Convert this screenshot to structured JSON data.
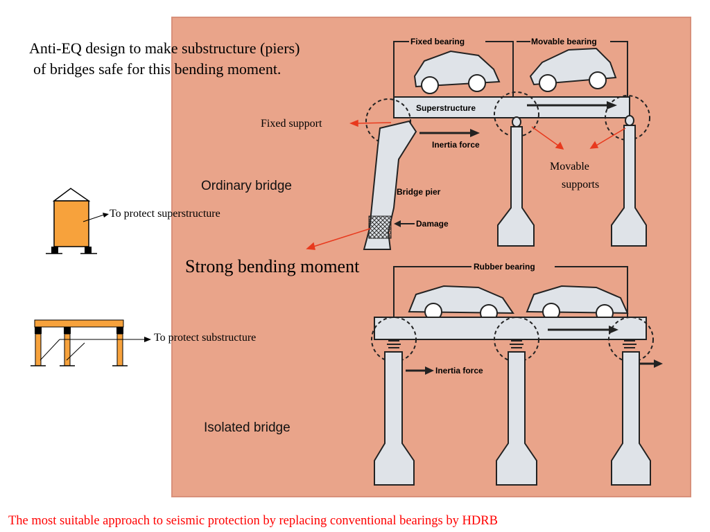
{
  "headline": {
    "line1": "Anti-EQ design to make substructure (piers)",
    "line2": "of bridges safe for this bending moment."
  },
  "annotations": {
    "fixed_support": "Fixed support",
    "movable_supports_1": "Movable",
    "movable_supports_2": "supports",
    "strong_bending_moment": "Strong bending moment",
    "protect_superstructure": "To protect superstructure",
    "protect_substructure": "To protect substructure"
  },
  "scan_labels": {
    "fixed_bearing": "Fixed bearing",
    "movable_bearing": "Movable bearing",
    "superstructure": "Superstructure",
    "inertia_force_top": "Inertia force",
    "ordinary_bridge": "Ordinary bridge",
    "bridge_pier": "Bridge pier",
    "damage": "Damage",
    "rubber_bearing": "Rubber bearing",
    "inertia_force_bottom": "Inertia force",
    "isolated_bridge": "Isolated bridge"
  },
  "footer": "The most suitable approach to seismic protection by replacing conventional bearings by HDRB",
  "colors": {
    "scan_bg": "#e9a48a",
    "accent_orange": "#f7a23c",
    "arrow_red": "#e8391d",
    "footer_red": "#ff0000"
  }
}
